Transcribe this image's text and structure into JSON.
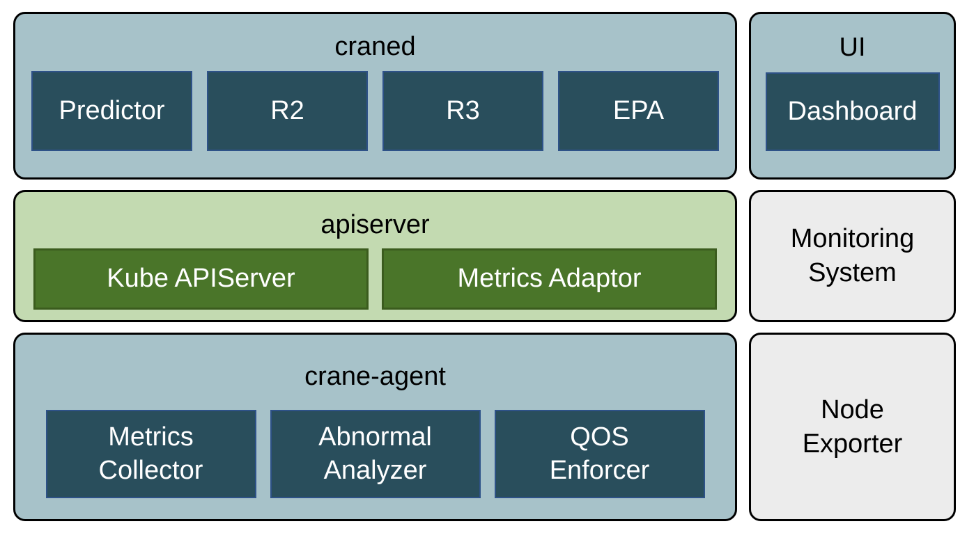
{
  "colors": {
    "page_bg": "#ffffff",
    "container_blue": "#a7c2c9",
    "container_green": "#c3dab1",
    "plain_gray": "#ececec",
    "teal_box": "#294e5c",
    "teal_box_border": "#2e5288",
    "green_box": "#4a7529",
    "green_box_border": "#3b5c1e",
    "outline_black": "#000000",
    "title_text": "#000000",
    "box_text": "#ffffff"
  },
  "craned_group": {
    "title": "craned",
    "boxes": [
      "Predictor",
      "R2",
      "R3",
      "EPA"
    ]
  },
  "ui_group": {
    "title": "UI",
    "boxes": [
      "Dashboard"
    ]
  },
  "apiserver_group": {
    "title": "apiserver",
    "boxes": [
      "Kube APIServer",
      "Metrics Adaptor"
    ]
  },
  "monitoring_box": {
    "label": "Monitoring\nSystem"
  },
  "crane_agent_group": {
    "title": "crane-agent",
    "boxes": [
      "Metrics\nCollector",
      "Abnormal\nAnalyzer",
      "QOS\nEnforcer"
    ]
  },
  "node_exporter_box": {
    "label": "Node\nExporter"
  }
}
